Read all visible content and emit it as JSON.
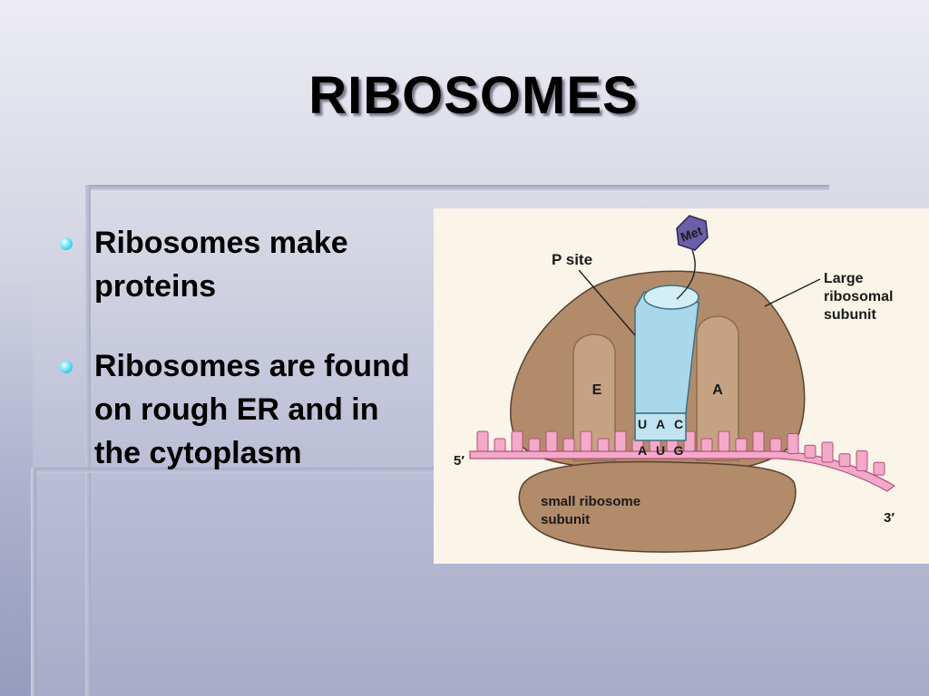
{
  "slide": {
    "title": "RIBOSOMES",
    "bullets": [
      "Ribosomes make proteins",
      "Ribosomes are found on rough ER and in the cytoplasm"
    ]
  },
  "diagram": {
    "amino_acid": "Met",
    "p_site": "P site",
    "large_subunit": [
      "Large",
      "ribosomal",
      "subunit"
    ],
    "small_subunit": [
      "small ribosome",
      "subunit"
    ],
    "e_site": "E",
    "a_site": "A",
    "anticodon": [
      "U",
      "A",
      "C"
    ],
    "codon": [
      "A",
      "U",
      "G"
    ],
    "five_prime": "5′",
    "three_prime": "3′",
    "colors": {
      "ribosome": "#b28b6a",
      "trna": "#a8d8ea",
      "mrna": "#f3a9c8",
      "background": "#fbf4e9"
    }
  }
}
